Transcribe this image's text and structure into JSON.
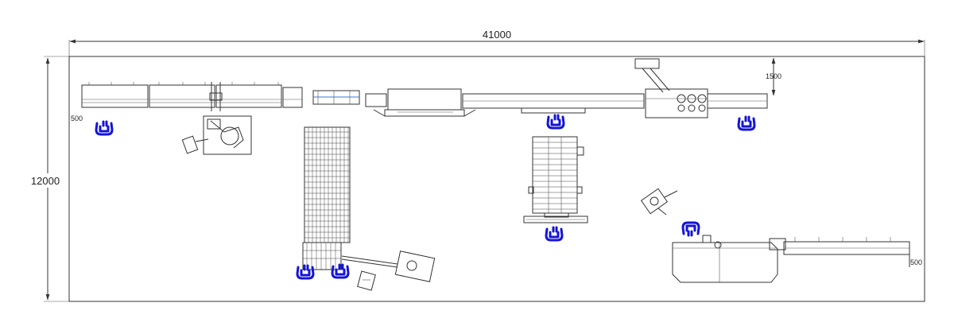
{
  "dimensions": {
    "overall_width": "41000",
    "overall_height": "12000",
    "offset_top_right": "1500",
    "offset_left": "500",
    "offset_right": "500"
  },
  "colors": {
    "linework": "#333333",
    "operator_marker": "#1414d8",
    "background": "#ffffff"
  },
  "icons": {
    "operator_station": "operator-station-icon"
  },
  "operator_station_count": 7
}
